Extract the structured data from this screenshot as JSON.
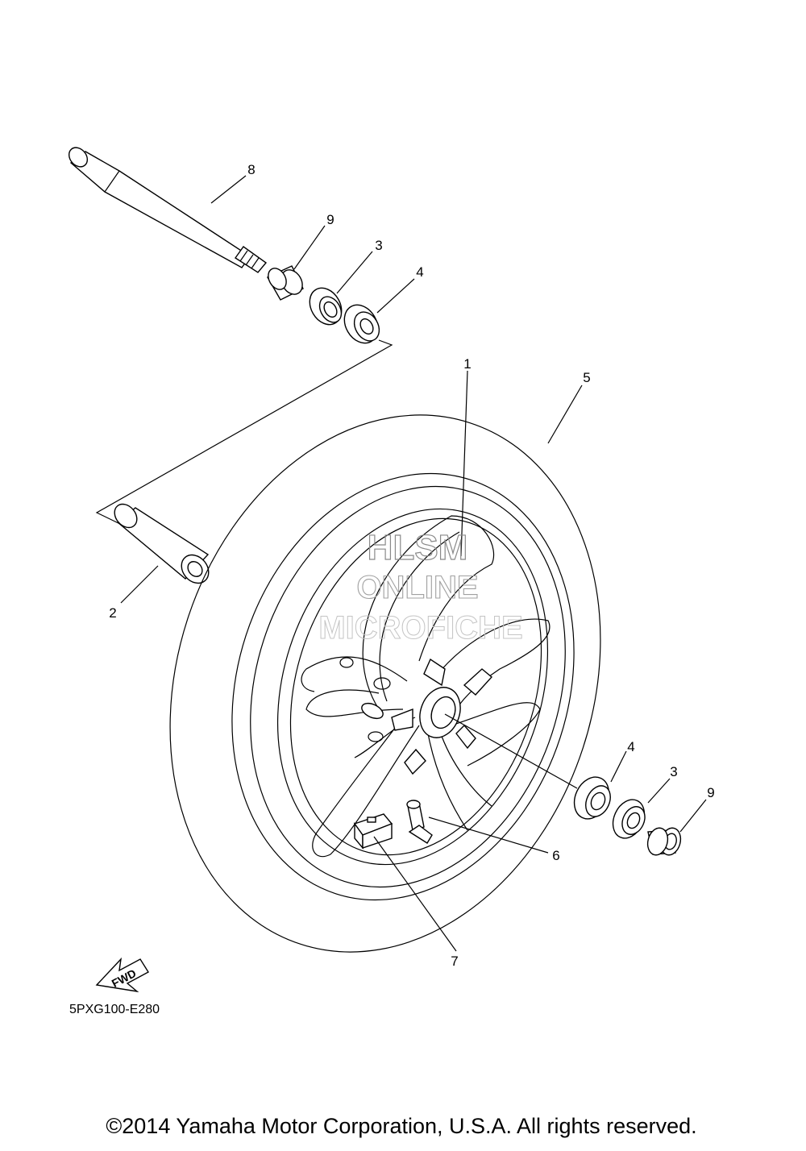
{
  "callouts": {
    "c1": "1",
    "c2": "2",
    "c3_top": "3",
    "c3_bottom": "3",
    "c4_top": "4",
    "c4_bottom": "4",
    "c5": "5",
    "c6": "6",
    "c7": "7",
    "c8": "8",
    "c9_top": "9",
    "c9_bottom": "9"
  },
  "watermark": {
    "line1": "HLSM",
    "line2": "ONLINE",
    "line3": "MICROFICHE"
  },
  "fwd_label": "FWD",
  "diagram_code": "5PXG100-E280",
  "copyright": "©2014 Yamaha Motor Corporation, U.S.A. All rights reserved."
}
